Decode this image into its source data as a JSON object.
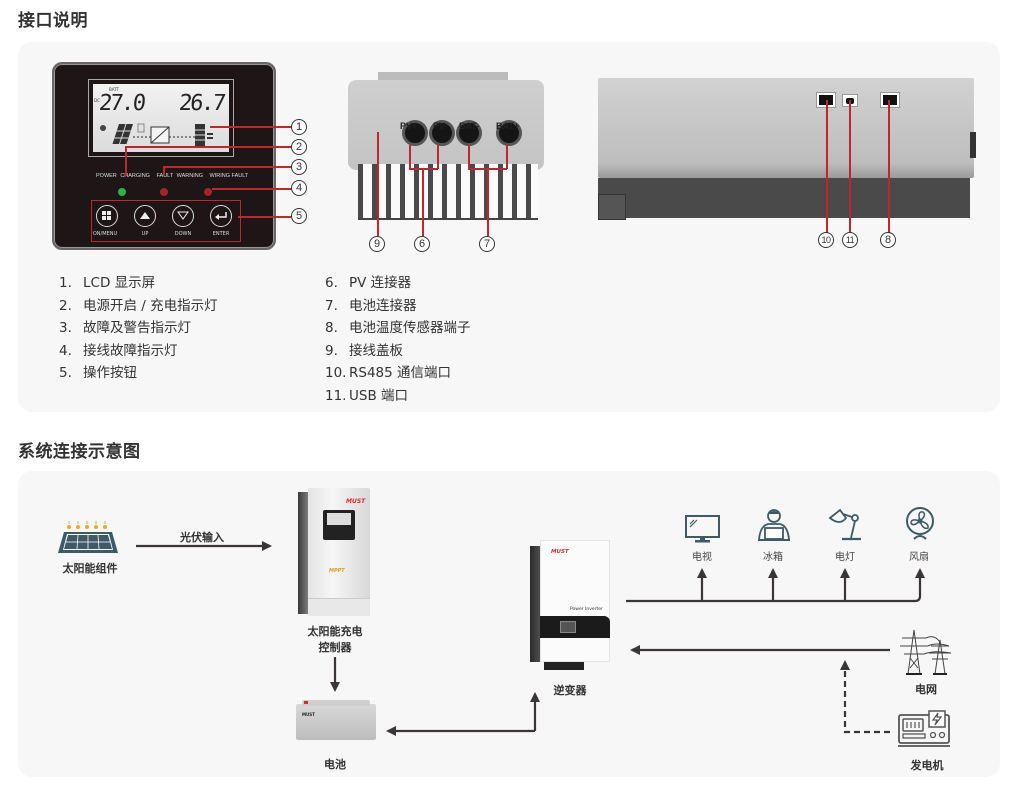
{
  "sections": {
    "interface_title": "接口说明",
    "system_title": "系统连接示意图"
  },
  "lcd_panel": {
    "batt_label": "BATT",
    "dc_label": "DC",
    "voltage_readout": "27.0",
    "current_readout": "26.7",
    "indicator_labels": [
      "POWER",
      "CHARGING",
      "FAULT",
      "WARNING",
      "WIRING FAULT"
    ],
    "indicator_colors": {
      "power_charging": "#2bb24c",
      "fault_warning": "#c0262d",
      "wiring_fault": "#c0262d"
    },
    "buttons": [
      {
        "label": "ON/MENU",
        "icon": "menu-grid-icon"
      },
      {
        "label": "UP",
        "icon": "triangle-up-icon"
      },
      {
        "label": "DOWN",
        "icon": "triangle-down-icon"
      },
      {
        "label": "ENTER",
        "icon": "enter-return-icon"
      }
    ],
    "callouts": [
      "1",
      "2",
      "3",
      "4",
      "5"
    ]
  },
  "connector_view": {
    "labels": [
      "PV+",
      "PV-",
      "BAT-",
      "BAT+"
    ],
    "callouts": [
      "9",
      "6",
      "7"
    ]
  },
  "side_view": {
    "callouts": [
      "10",
      "11",
      "8"
    ]
  },
  "legend": {
    "left": [
      {
        "num": "1.",
        "text": "LCD 显示屏"
      },
      {
        "num": "2.",
        "text": "电源开启 / 充电指示灯"
      },
      {
        "num": "3.",
        "text": "故障及警告指示灯"
      },
      {
        "num": "4.",
        "text": "接线故障指示灯"
      },
      {
        "num": "5.",
        "text": "操作按钮"
      }
    ],
    "right": [
      {
        "num": "6.",
        "text": "PV 连接器"
      },
      {
        "num": "7.",
        "text": "电池连接器"
      },
      {
        "num": "8.",
        "text": "电池温度传感器端子"
      },
      {
        "num": "9.",
        "text": "接线盖板"
      },
      {
        "num": "10.",
        "text": "RS485 通信端口"
      },
      {
        "num": "11.",
        "text": "USB 端口"
      }
    ]
  },
  "diagram": {
    "solar_panel": "太阳能组件",
    "pv_input": "光伏输入",
    "controller_line1": "太阳能充电",
    "controller_line2": "控制器",
    "controller_brand": "MUST",
    "controller_model": "MPPT",
    "battery": "电池",
    "battery_brand": "MUST",
    "inverter": "逆变器",
    "inverter_brand": "MUST",
    "inverter_model": "Power Inverter",
    "loads": [
      "电视",
      "冰箱",
      "电灯",
      "风扇"
    ],
    "grid": "电网",
    "generator": "发电机",
    "colors": {
      "arrow": "#3a3536",
      "icon": "#3e5a66",
      "sun_dots": "#f0a630",
      "brand_red": "#d9282f"
    }
  }
}
